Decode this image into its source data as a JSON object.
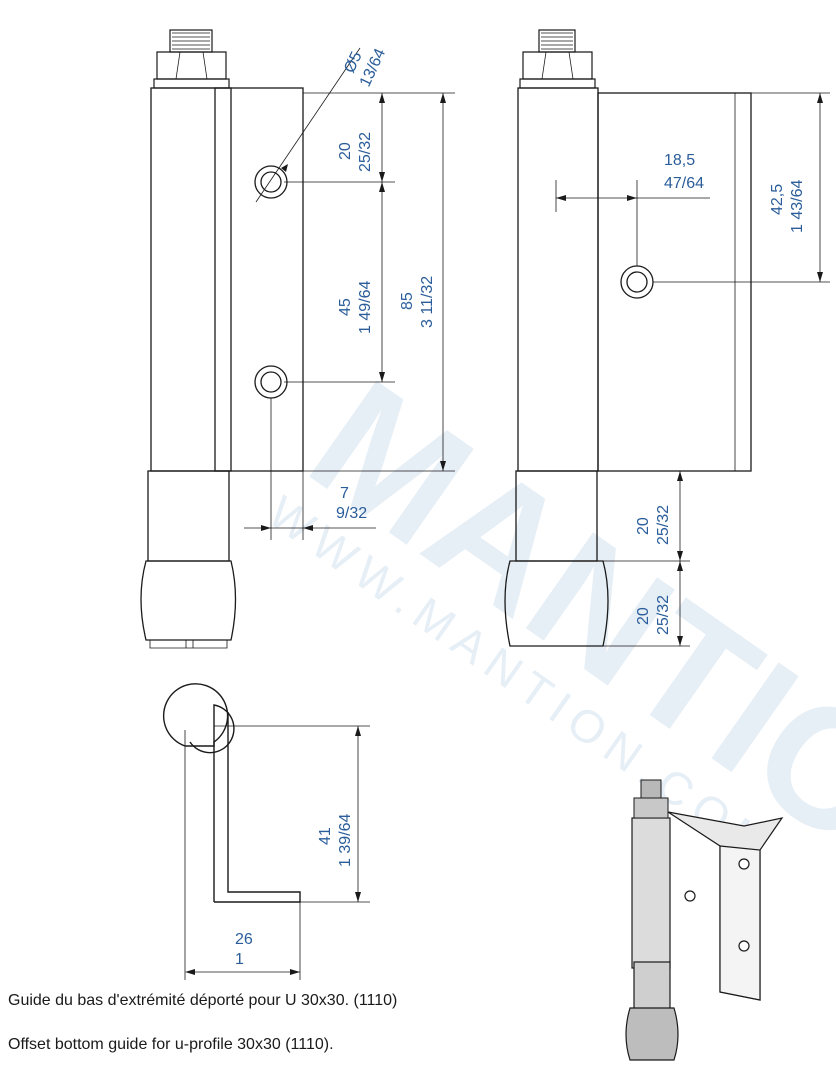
{
  "watermark": {
    "brand": "MANTION",
    "url": "WWW.MANTION.COM"
  },
  "dimensions": {
    "hole_diameter": "Ø5",
    "hole_diameter_in": "13/64",
    "top_to_hole": "20",
    "top_to_hole_in": "25/32",
    "hole_spacing": "45",
    "hole_spacing_in": "1 49/64",
    "total_height": "85",
    "total_height_in": "3 11/32",
    "pin_offset": "7",
    "pin_offset_in": "9/32",
    "hole_horizontal": "18,5",
    "hole_horizontal_in": "47/64",
    "hole_vertical": "42,5",
    "hole_vertical_in": "1 43/64",
    "sleeve_length": "20",
    "sleeve_length_in": "25/32",
    "roller_length": "20",
    "roller_length_in": "25/32",
    "profile_height": "41",
    "profile_height_in": "1 39/64",
    "profile_width": "26",
    "profile_width_in": "1"
  },
  "caption": {
    "fr": "Guide du bas d'extrémité déporté pour U 30x30. (1110)",
    "en": "Offset bottom guide for u-profile 30x30 (1110)."
  }
}
